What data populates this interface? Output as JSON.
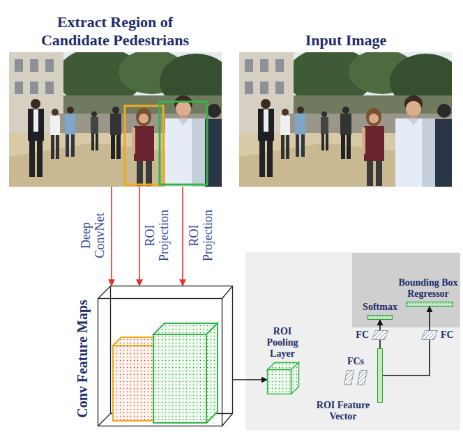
{
  "diagram": {
    "nodes": [
      {
        "text": [
          "Extract Region of Candidate Pedestrians"
        ]
      },
      {
        "text": [
          "Input Image"
        ]
      },
      {
        "text": [
          "Conv Feature Maps"
        ]
      },
      {
        "text": [
          "ROI Pooling Layer"
        ]
      },
      {
        "text": [
          "FCs"
        ]
      },
      {
        "text": [
          "ROI Feature Vector"
        ]
      },
      {
        "text": [
          "FC"
        ]
      },
      {
        "text": [
          "FC"
        ]
      },
      {
        "text": [
          "Softmax"
        ]
      },
      {
        "text": [
          "Bounding Box Regressor"
        ]
      }
    ],
    "edges": [
      {
        "from": 0,
        "to": 2,
        "label": "Deep ConvNet",
        "arrow": "to"
      },
      {
        "from": 0,
        "to": 2,
        "label": "ROI Projection",
        "arrow": "to"
      },
      {
        "from": 0,
        "to": 2,
        "label": "ROI Projection",
        "arrow": "to"
      },
      {
        "from": 2,
        "to": 3,
        "arrow": "to"
      },
      {
        "from": 5,
        "to": 6,
        "arrow": "none"
      },
      {
        "from": 6,
        "to": 8,
        "arrow": "to"
      },
      {
        "from": 5,
        "to": 7,
        "arrow": "none"
      },
      {
        "from": 7,
        "to": 9,
        "arrow": "to"
      }
    ]
  }
}
